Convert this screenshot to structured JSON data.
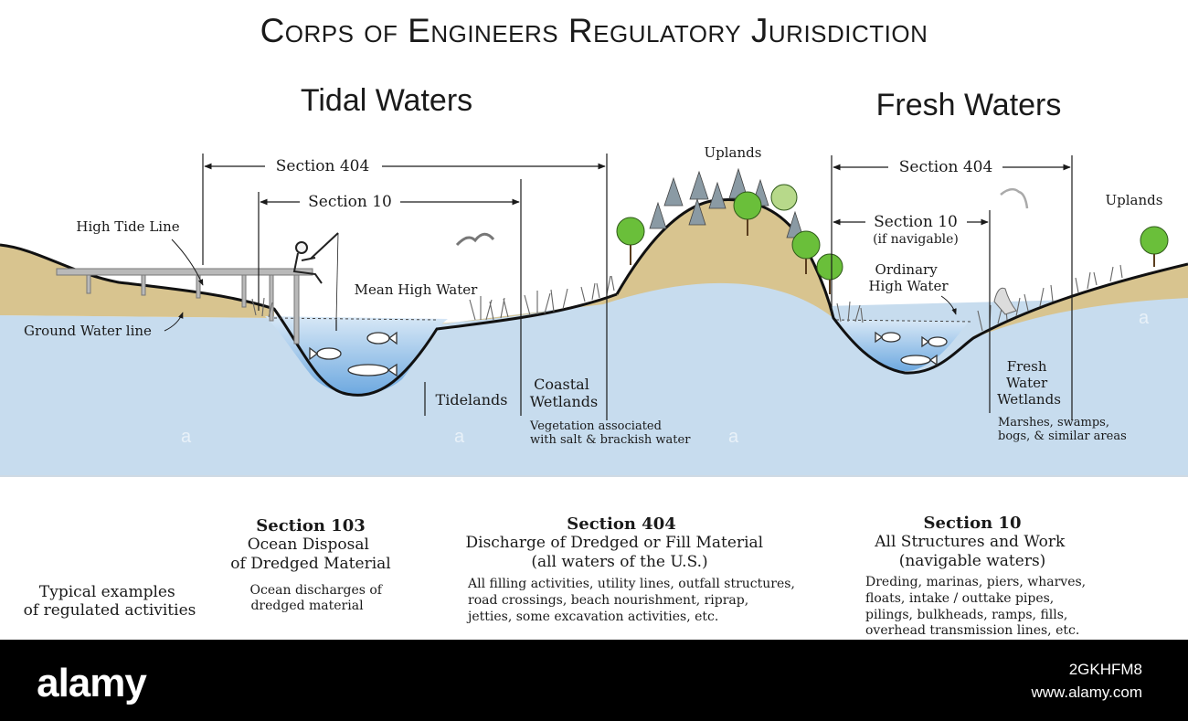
{
  "title": "Corps of Engineers Regulatory Jurisdiction",
  "headings": {
    "tidal": "Tidal Waters",
    "fresh": "Fresh Waters"
  },
  "spans": {
    "s404_tidal": "Section 404",
    "s10_tidal": "Section 10",
    "s404_fresh": "Section 404",
    "s10_fresh": "Section 10",
    "s10_fresh_note": "(if navigable)"
  },
  "labels": {
    "uplands_center": "Uplands",
    "uplands_right": "Uplands",
    "high_tide_line": "High Tide Line",
    "ground_water_line": "Ground Water line",
    "mean_high_water": "Mean High Water",
    "tidelands": "Tidelands",
    "coastal_wetlands": [
      "Coastal",
      "Wetlands"
    ],
    "coastal_veg": [
      "Vegetation associated",
      "with salt & brackish water"
    ],
    "ordinary_high_water": [
      "Ordinary",
      "High Water"
    ],
    "fresh_wetlands": [
      "Fresh",
      "Water",
      "Wetlands"
    ],
    "fresh_veg": [
      "Marshes, swamps,",
      "bogs, & similar areas"
    ]
  },
  "legend": {
    "typical": [
      "Typical examples",
      "of regulated activities"
    ],
    "s103": {
      "heading": "Section 103",
      "sub": [
        "Ocean Disposal",
        "of Dredged Material"
      ],
      "items": [
        "Ocean discharges of",
        "dredged material"
      ]
    },
    "s404": {
      "heading": "Section 404",
      "sub": [
        "Discharge of Dredged or Fill Material",
        "(all waters of the U.S.)"
      ],
      "items": [
        "All filling activities, utility lines, outfall structures,",
        "road crossings, beach nourishment, riprap,",
        "jetties, some excavation activities, etc."
      ]
    },
    "s10": {
      "heading": "Section 10",
      "sub": [
        "All Structures and Work",
        "(navigable waters)"
      ],
      "items": [
        "Dreding, marinas, piers, wharves,",
        "floats, intake / outtake pipes,",
        "pilings, bulkheads, ramps, fills,",
        "overhead transmission lines, etc."
      ]
    }
  },
  "watermark": {
    "logo": "alamy",
    "url": "www.alamy.com",
    "id": "2GKHFM8"
  },
  "colors": {
    "water": "#c7dcee",
    "land": "#d8c48f",
    "banner": "#000000",
    "deep_water": "#7fb2e3"
  }
}
